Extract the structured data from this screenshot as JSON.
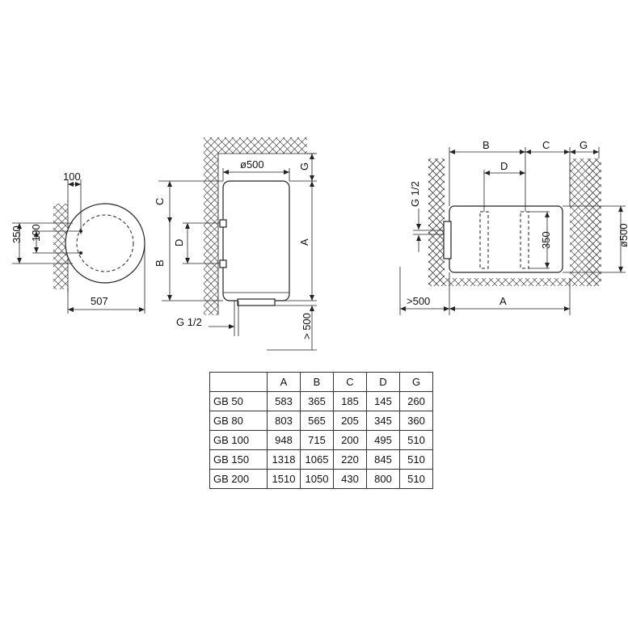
{
  "top_view": {
    "label_100_top": "100",
    "label_350": "350",
    "label_100_side": "100",
    "label_507": "507"
  },
  "front_view": {
    "label_diameter": "ø500",
    "label_G": "G",
    "label_C": "C",
    "label_D": "D",
    "label_B": "B",
    "label_A": "A",
    "label_G12": "G 1/2",
    "label_500": "> 500"
  },
  "horizontal_view": {
    "label_B": "B",
    "label_C": "C",
    "label_G": "G",
    "label_D": "D",
    "label_G12": "G 1/2",
    "label_350": "350",
    "label_diameter": "ø500",
    "label_500": ">500",
    "label_A": "A"
  },
  "table": {
    "headers": [
      "",
      "A",
      "B",
      "C",
      "D",
      "G"
    ],
    "rows": [
      [
        "GB 50",
        "583",
        "365",
        "185",
        "145",
        "260"
      ],
      [
        "GB 80",
        "803",
        "565",
        "205",
        "345",
        "360"
      ],
      [
        "GB 100",
        "948",
        "715",
        "200",
        "495",
        "510"
      ],
      [
        "GB 150",
        "1318",
        "1065",
        "220",
        "845",
        "510"
      ],
      [
        "GB 200",
        "1510",
        "1050",
        "430",
        "800",
        "510"
      ]
    ]
  }
}
